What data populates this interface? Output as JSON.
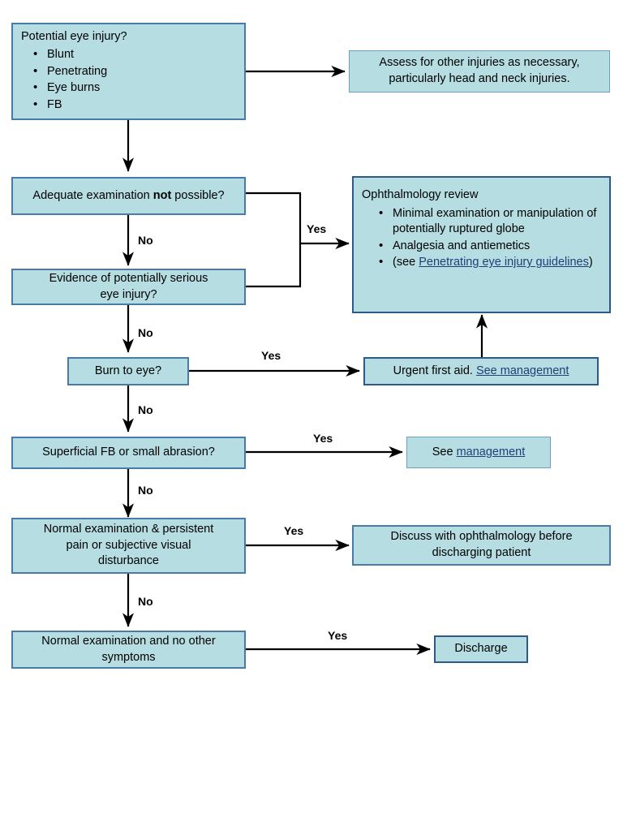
{
  "diagram": {
    "title": "Eye injury assessment flowchart",
    "colors": {
      "node_fill": "#b5dde2",
      "node_border": "#4a7ba6",
      "node_border_heavy": "#2d5a87",
      "node_border_thin": "#6f9fc0",
      "link_text": "#1f3f77",
      "line": "#000000",
      "background": "#ffffff"
    },
    "nodes": {
      "potential_eye_injury": {
        "title": "Potential eye injury?",
        "bullets": [
          "Blunt",
          "Penetrating",
          "Eye burns",
          "FB"
        ]
      },
      "assess_other_injuries": {
        "line1": "Assess for other injuries as necessary,",
        "line2": "particularly head and neck injuries."
      },
      "adequate_exam": {
        "part1": "Adequate examination ",
        "bold": "not",
        "part2": " possible?"
      },
      "evidence_serious": {
        "line1": "Evidence of potentially serious",
        "line2": "eye injury?"
      },
      "ophthalmology_review": {
        "title": "Ophthalmology review",
        "bullets": [
          "Minimal examination or manipulation of potentially ruptured globe",
          "Analgesia and antiemetics"
        ],
        "bullet3_prefix": "(see ",
        "bullet3_link": "Penetrating eye injury guidelines",
        "bullet3_suffix": ")"
      },
      "burn_to_eye": {
        "title": "Burn to eye?"
      },
      "urgent_first_aid": {
        "prefix": "Urgent first aid. ",
        "link": "See management"
      },
      "superficial_fb": {
        "title": "Superficial FB or small abrasion?"
      },
      "see_management": {
        "prefix": "See ",
        "link": "management"
      },
      "normal_exam_persistent": {
        "line1": "Normal examination & persistent",
        "line2": "pain or subjective visual",
        "line3": "disturbance"
      },
      "discuss_ophthalmology": {
        "line1": "Discuss with ophthalmology before",
        "line2": "discharging patient"
      },
      "normal_exam_no_symptoms": {
        "line1": "Normal examination and no other",
        "line2": "symptoms"
      },
      "discharge": {
        "title": "Discharge"
      }
    },
    "edge_labels": {
      "yes_1": "Yes",
      "yes_2": "Yes",
      "yes_3": "Yes",
      "yes_4": "Yes",
      "yes_5": "Yes",
      "no_1": "No",
      "no_2": "No",
      "no_3": "No",
      "no_4": "No",
      "no_5": "No"
    }
  }
}
